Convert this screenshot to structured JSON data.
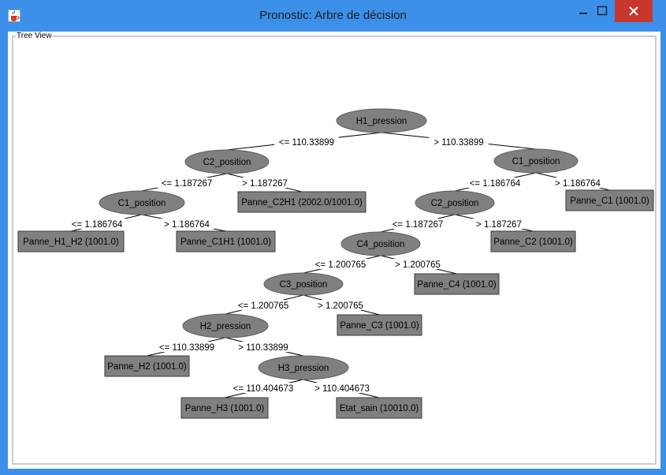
{
  "window": {
    "title": "Pronostic: Arbre de décision",
    "icon": "java-cup-icon",
    "controls": [
      "minimize-icon",
      "maximize-icon",
      "close-icon"
    ],
    "accent_color": "#3c90ea",
    "close_color": "#c7372e"
  },
  "panel": {
    "title": "Tree View"
  },
  "tree": {
    "nodes": [
      {
        "id": "n1",
        "label": "H1_pression"
      },
      {
        "id": "n2",
        "label": "C2_position"
      },
      {
        "id": "n3",
        "label": "C1_position"
      },
      {
        "id": "n4",
        "label": "C1_position"
      },
      {
        "id": "n5",
        "label": "C2_position"
      },
      {
        "id": "n6",
        "label": "C4_position"
      },
      {
        "id": "n7",
        "label": "C3_position"
      },
      {
        "id": "n8",
        "label": "H2_pression"
      },
      {
        "id": "n9",
        "label": "H3_pression"
      }
    ],
    "leaves": [
      {
        "id": "l1",
        "label": "Panne_C2H1 (2002.0/1001.0)"
      },
      {
        "id": "l2",
        "label": "Panne_C1 (1001.0)"
      },
      {
        "id": "l3",
        "label": "Panne_H1_H2 (1001.0)"
      },
      {
        "id": "l4",
        "label": "Panne_C1H1 (1001.0)"
      },
      {
        "id": "l5",
        "label": "Panne_C2 (1001.0)"
      },
      {
        "id": "l6",
        "label": "Panne_C4 (1001.0)"
      },
      {
        "id": "l7",
        "label": "Panne_C3 (1001.0)"
      },
      {
        "id": "l8",
        "label": "Panne_H2 (1001.0)"
      },
      {
        "id": "l9",
        "label": "Panne_H3 (1001.0)"
      },
      {
        "id": "l10",
        "label": "Etat_sain (10010.0)"
      }
    ],
    "edges": [
      {
        "from": "n1",
        "to": "n2",
        "label": "<= 110.33899"
      },
      {
        "from": "n1",
        "to": "n3",
        "label": "> 110.33899"
      },
      {
        "from": "n2",
        "to": "n4",
        "label": "<= 1.187267"
      },
      {
        "from": "n2",
        "to": "l1",
        "label": "> 1.187267"
      },
      {
        "from": "n3",
        "to": "n5",
        "label": "<= 1.186764"
      },
      {
        "from": "n3",
        "to": "l2",
        "label": "> 1.186764"
      },
      {
        "from": "n4",
        "to": "l3",
        "label": "<= 1.186764"
      },
      {
        "from": "n4",
        "to": "l4",
        "label": "> 1.186764"
      },
      {
        "from": "n5",
        "to": "n6",
        "label": "<= 1.187267"
      },
      {
        "from": "n5",
        "to": "l5",
        "label": "> 1.187267"
      },
      {
        "from": "n6",
        "to": "n7",
        "label": "<= 1.200765"
      },
      {
        "from": "n6",
        "to": "l6",
        "label": "> 1.200765"
      },
      {
        "from": "n7",
        "to": "n8",
        "label": "<= 1.200765"
      },
      {
        "from": "n7",
        "to": "l7",
        "label": "> 1.200765"
      },
      {
        "from": "n8",
        "to": "l8",
        "label": "<= 110.33899"
      },
      {
        "from": "n8",
        "to": "n9",
        "label": "> 110.33899"
      },
      {
        "from": "n9",
        "to": "l9",
        "label": "<= 110.404673"
      },
      {
        "from": "n9",
        "to": "l10",
        "label": "> 110.404673"
      }
    ]
  }
}
